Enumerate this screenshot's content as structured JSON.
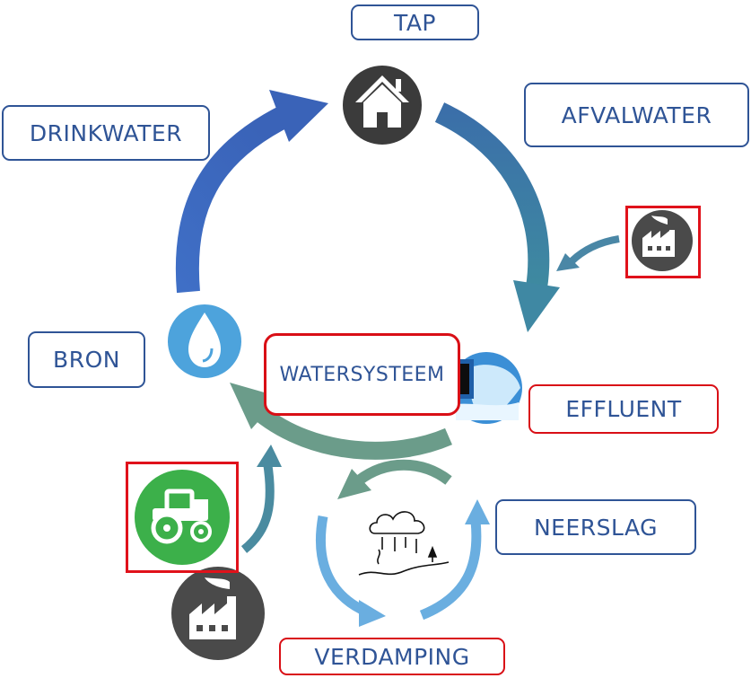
{
  "labels": {
    "tap": "TAP",
    "afvalwater": "AFVALWATER",
    "drinkwater": "DRINKWATER",
    "bron": "BRON",
    "watersysteem": "WATERSYSTEEM",
    "effluent": "EFFLUENT",
    "neerslag": "NEERSLAG",
    "verdamping": "VERDAMPING"
  },
  "icons": {
    "house": "house-icon",
    "droplet": "water-drop-icon",
    "factory_top": "factory-icon",
    "factory_bottom": "factory-icon",
    "outfall": "outfall-pipe-icon",
    "tractor": "tractor-icon",
    "weather": "weather-cloud-icon"
  },
  "colors": {
    "label_text": "#2f5496",
    "label_border": "#2f5496",
    "highlight_red": "#d90f16",
    "arrow_drinkwater": "#3a6cc4",
    "arrow_afvalwater": "#3d83a6",
    "arrow_watersysteem": "#6b9c8a",
    "arrow_small_cycle": "#6aaee0",
    "icon_dark": "#3b3b3b",
    "icon_green": "#3cb04a",
    "icon_droplet": "#4da3dc"
  }
}
